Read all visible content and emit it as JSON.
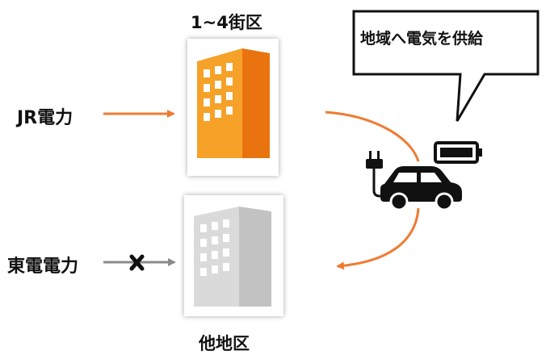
{
  "labels": {
    "top_building": "1~4街区",
    "bottom_building": "他地区",
    "jr_power": "JR電力",
    "tepco_power": "東電電力",
    "speech": "地域へ電気を供給"
  },
  "colors": {
    "orange": "#f28c1e",
    "orange_dark": "#e56f10",
    "gray": "#cfcfcf",
    "arrow_orange": "#ee7c33",
    "arrow_gray": "#8a8a8a",
    "black": "#111111"
  },
  "icons": [
    "building-orange-icon",
    "building-gray-icon",
    "car-icon",
    "plug-icon",
    "battery-icon",
    "x-mark-icon"
  ]
}
